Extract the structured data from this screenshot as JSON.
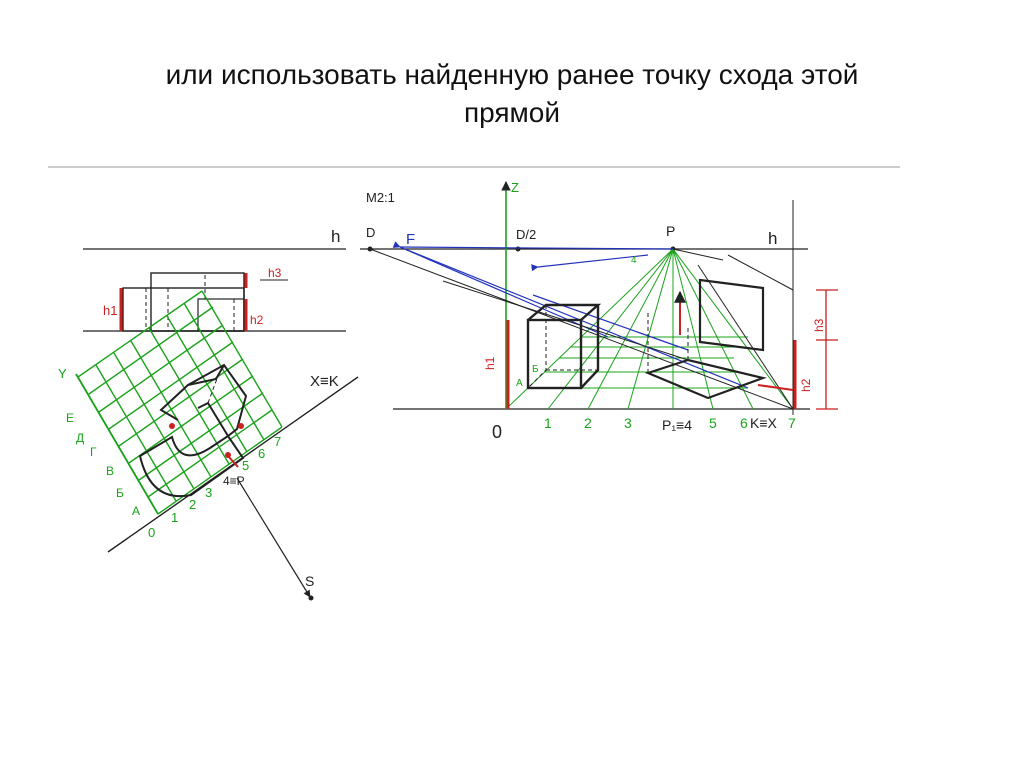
{
  "title": {
    "line1": "или использовать найденную ранее точку схода этой",
    "line2": "прямой"
  },
  "colors": {
    "ink": "#222222",
    "construction_green": "#1aa31a",
    "height_red": "#cc1f1f",
    "ray_blue": "#2233bb"
  },
  "drawing": {
    "scale_label": "M2:1",
    "horizon_label_left": "h",
    "horizon_label_right": "h",
    "distance_point": "D",
    "half_distance_point": "D/2",
    "vanishing_point_f": "F",
    "principal_point": "P",
    "z_axis": "Z",
    "origin_label": "0",
    "base_points": [
      "1",
      "2",
      "3",
      "P₁≡4",
      "5",
      "6",
      "K≡X",
      "7"
    ],
    "height_labels": {
      "h1": "h1",
      "h2": "h2",
      "h3": "h3"
    },
    "small_labels": {
      "a_point": "A",
      "b_point": "Б",
      "u_point": "4"
    },
    "plan": {
      "axis_label": "X≡K",
      "y_label": "Y",
      "letters": [
        "E",
        "Д",
        "Г",
        "В",
        "Б",
        "А"
      ],
      "numbers": [
        "0",
        "1",
        "2",
        "3",
        "4≡P",
        "5",
        "6",
        "7"
      ],
      "viewer": "S"
    }
  }
}
